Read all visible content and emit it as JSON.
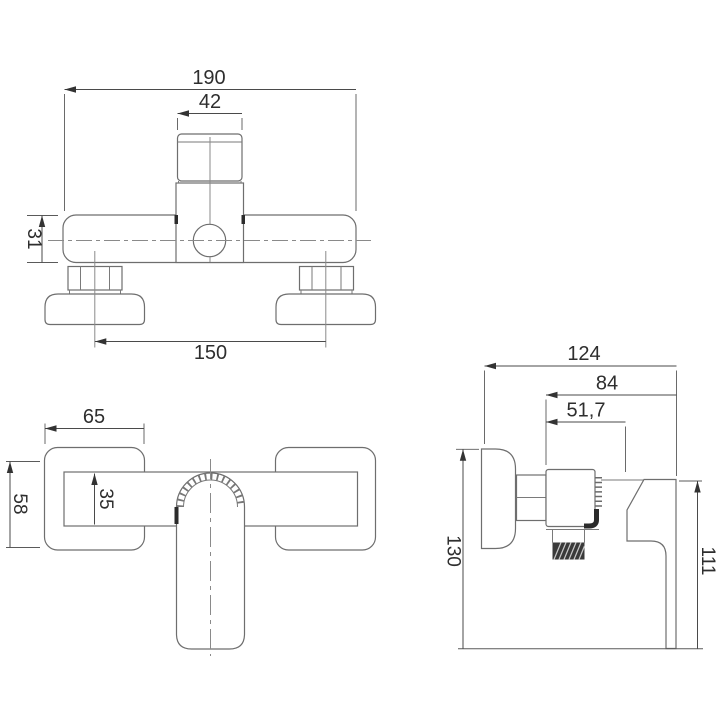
{
  "drawing": {
    "front_view": {
      "overall_width": "190",
      "cartridge_width": "42",
      "body_depth": "31",
      "mounting_distance": "150"
    },
    "bottom_view": {
      "plate_width": "65",
      "plate_height": "58",
      "body_width": "35"
    },
    "side_view": {
      "overall_depth": "124",
      "body_depth": "84",
      "handle_offset": "51,7",
      "total_height": "130",
      "handle_height": "111"
    }
  }
}
